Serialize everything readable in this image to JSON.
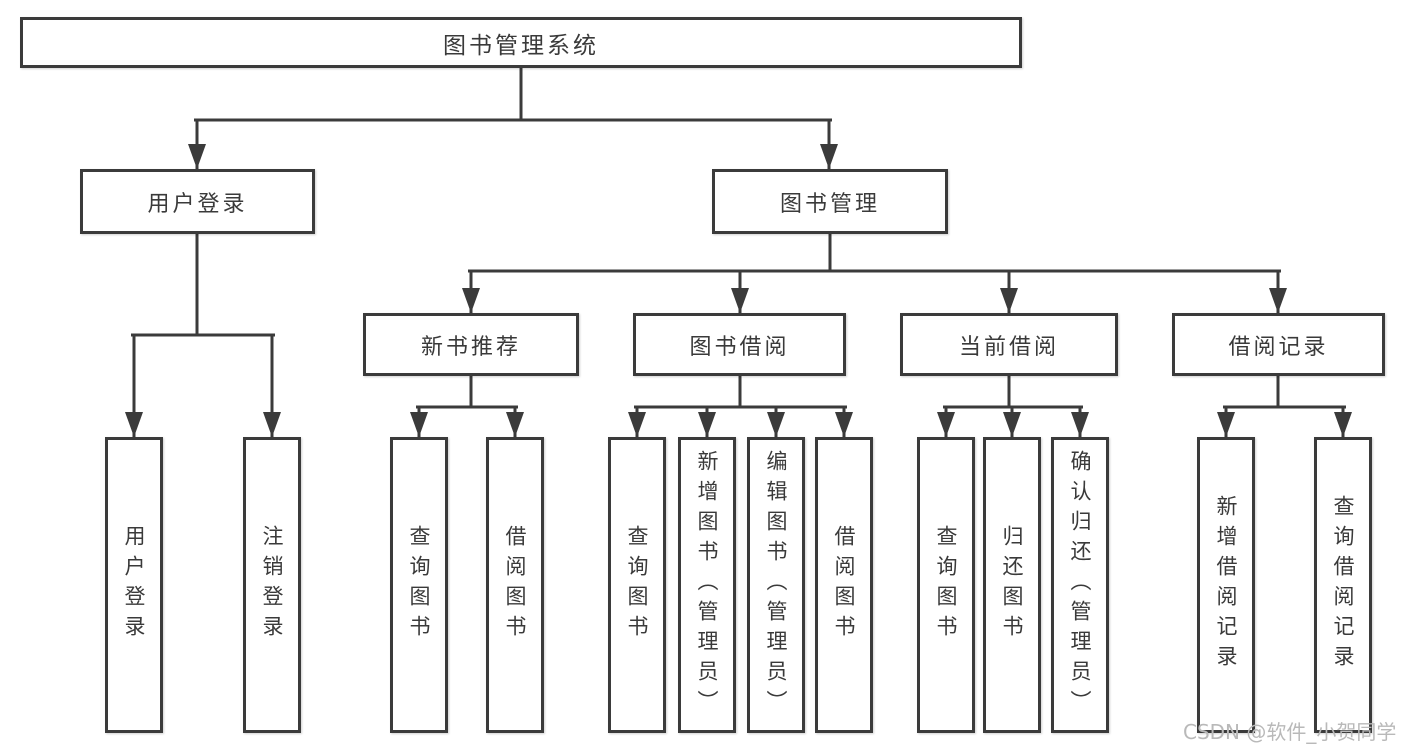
{
  "diagram": {
    "root": {
      "label": "图书管理系统",
      "children": [
        {
          "label": "用户登录",
          "children": [
            {
              "label": "用户登录"
            },
            {
              "label": "注销登录"
            }
          ]
        },
        {
          "label": "图书管理",
          "children": [
            {
              "label": "新书推荐",
              "children": [
                {
                  "label": "查询图书"
                },
                {
                  "label": "借阅图书"
                }
              ]
            },
            {
              "label": "图书借阅",
              "children": [
                {
                  "label": "查询图书"
                },
                {
                  "label": "新增图书（管理员）"
                },
                {
                  "label": "编辑图书（管理员）"
                },
                {
                  "label": "借阅图书"
                }
              ]
            },
            {
              "label": "当前借阅",
              "children": [
                {
                  "label": "查询图书"
                },
                {
                  "label": "归还图书"
                },
                {
                  "label": "确认归还（管理员）"
                }
              ]
            },
            {
              "label": "借阅记录",
              "children": [
                {
                  "label": "新增借阅记录"
                },
                {
                  "label": "查询借阅记录"
                }
              ]
            }
          ]
        }
      ]
    },
    "watermark": "CSDN @软件_小贺同学"
  },
  "colors": {
    "line": "#3b3b3b",
    "text": "#3a3a3a",
    "watermark": "#b9b9b9",
    "bg": "#ffffff"
  }
}
